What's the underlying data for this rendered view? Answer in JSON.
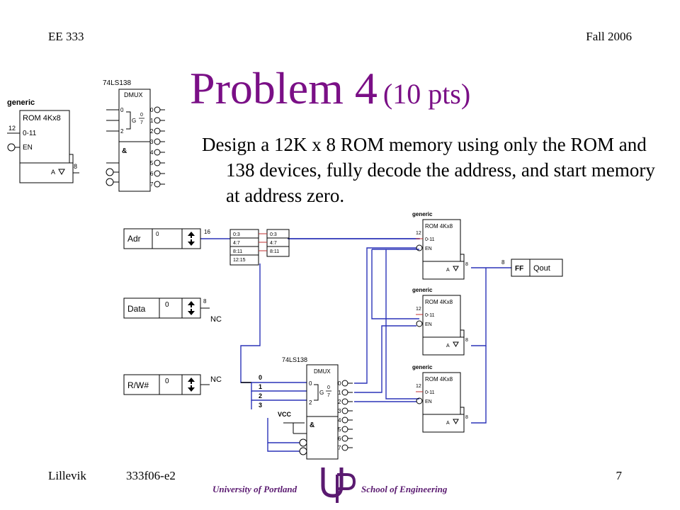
{
  "header": {
    "course": "EE 333",
    "term": "Fall 2006"
  },
  "title": {
    "main": "Problem 4",
    "points": "(10 pts)"
  },
  "problem_text": "Design a 12K x 8 ROM memory using only the ROM and 138 devices, fully decode the address, and start memory at address zero.",
  "legend": {
    "rom": {
      "caption": "generic",
      "name": "ROM 4Kx8",
      "in_width": "12",
      "addr_range": "0-11",
      "enable": "EN",
      "out_label": "A",
      "out_width": "8"
    },
    "decoder": {
      "part": "74LS138",
      "name": "DMUX",
      "sel0": "0",
      "sel2": "2",
      "g_label": "G",
      "g_range_top": "0",
      "g_range_bot": "7",
      "and_label": "&",
      "outputs": [
        "0",
        "1",
        "2",
        "3",
        "4",
        "5",
        "6",
        "7"
      ]
    }
  },
  "circuit": {
    "adr": {
      "label": "Adr",
      "value": "0",
      "width": "16"
    },
    "data": {
      "label": "Data",
      "value": "0",
      "width": "8",
      "nc": "NC"
    },
    "rw": {
      "label": "R/W#",
      "value": "0",
      "nc": "NC"
    },
    "splitter_in": [
      "0:3",
      "4:7",
      "8:11",
      "12:15"
    ],
    "splitter_out": [
      "0:3",
      "4:7",
      "8:11"
    ],
    "roms": [
      {
        "caption": "generic",
        "name": "ROM 4Kx8",
        "in_width": "12",
        "addr_range": "0-11",
        "enable": "EN",
        "out_label": "A",
        "out_width": "8"
      },
      {
        "caption": "generic",
        "name": "ROM 4Kx8",
        "in_width": "12",
        "addr_range": "0-11",
        "enable": "EN",
        "out_label": "A",
        "out_width": "8"
      },
      {
        "caption": "generic",
        "name": "ROM 4Kx8",
        "in_width": "12",
        "addr_range": "0-11",
        "enable": "EN",
        "out_label": "A",
        "out_width": "8"
      }
    ],
    "decoder": {
      "part": "74LS138",
      "name": "DMUX",
      "sel0": "0",
      "sel2": "2",
      "g_label": "G",
      "g_range_top": "0",
      "g_range_bot": "7",
      "and_label": "&",
      "outputs": [
        "0",
        "1",
        "2",
        "3",
        "4",
        "5",
        "6",
        "7"
      ]
    },
    "bit_labels": [
      "0",
      "1",
      "2",
      "3"
    ],
    "vcc": "VCC",
    "ff": {
      "label": "FF",
      "out": "Qout",
      "width": "8"
    }
  },
  "footer": {
    "author": "Lillevik",
    "code": "333f06-e2",
    "page": "7",
    "university": "University of Portland",
    "school": "School of Engineering"
  },
  "colors": {
    "title": "#7a0f86",
    "wire_blue": "#2b33b8",
    "pin_red": "#c23030",
    "logo": "#5a1a70"
  }
}
